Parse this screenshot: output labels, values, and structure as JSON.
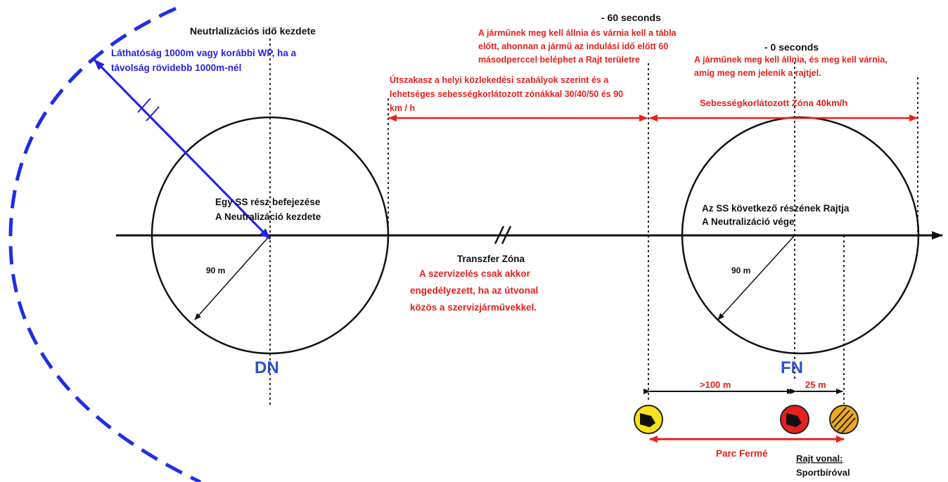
{
  "header": {
    "neutralization_start": "Neutrlalizációs idő kezdete",
    "minus60": "- 60 seconds",
    "minus60_text": [
      "A járműnek meg kell állnia és várnia kell a tábla",
      "előtt, ahonnan a jármű az indulási idő előtt 60",
      "másodperccel beléphet a Rajt területre"
    ],
    "minus0": "- 0 seconds",
    "minus0_text": [
      "A járműnek meg kell állnia, és meg kell várnia,",
      "amíg meg nem jelenik a rajtjel."
    ]
  },
  "visibility": [
    "Láthatóság 1000m vagy korábbi WP, ha a",
    "távolság rövidebb 1000m-nél"
  ],
  "road_section": [
    "Útszakasz a helyi közlekedési szabályok szerint és a",
    "lehetséges sebességkorlátozott zónákkal 30/40/50 és 90",
    "km / h"
  ],
  "speed_zone": "Sebességkorlátozott Zóna 40km/h",
  "left_circle": {
    "lines": [
      "Egy SS rész befejezése",
      "A Neutralizáció kezdete"
    ],
    "radius": "90 m",
    "marker": "DN"
  },
  "right_circle": {
    "lines": [
      "Az SS következő részének Rajtja",
      "A Neutralizáció vége"
    ],
    "radius": "90 m",
    "marker": "FN"
  },
  "transfer": {
    "title": "Transzfer Zóna",
    "lines": [
      "A szervizelés csak akkor",
      "engedélyezett, ha az útvonal",
      "közös a szervizjárművekkel."
    ]
  },
  "distances": {
    "gt100": ">100 m",
    "m25": "25 m"
  },
  "parc_ferme": "Parc Fermé",
  "start_line": {
    "title": "Rajt vonal:",
    "sub": "Sportbíróval"
  },
  "colors": {
    "red": "#e8201c",
    "blue": "#2323e6",
    "dn_fn": "#2a4fd0",
    "yellow": "#f5e21b",
    "red_sign": "#e8201c",
    "orange": "#f0a81c"
  }
}
